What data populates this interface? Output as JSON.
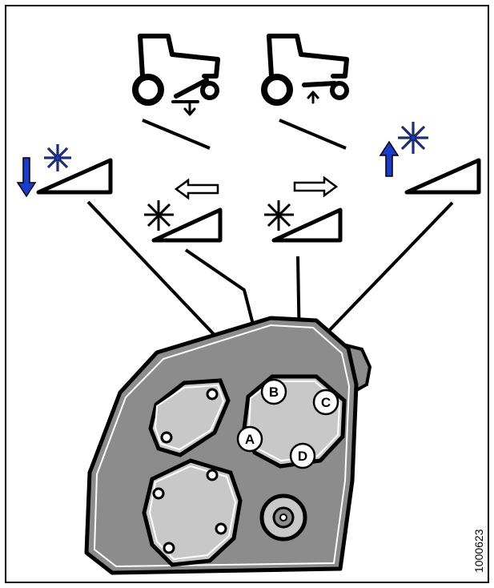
{
  "figure": {
    "id_number": "1000623",
    "colors": {
      "outline": "#000000",
      "body_fill": "#8c8c8c",
      "plate_fill": "#c8c8c8",
      "arrow_blue": "#1a3cc8",
      "star_blue": "#1a3cc8",
      "background": "#ffffff"
    },
    "top_icons": [
      {
        "icon": "tractor-lower-header-icon",
        "arrow_direction": "down"
      },
      {
        "icon": "tractor-raise-header-icon",
        "arrow_direction": "up"
      }
    ],
    "function_icons": [
      {
        "icon": "reel-down-icon",
        "arrow_direction": "down"
      },
      {
        "icon": "reel-aft-icon",
        "arrow_direction": "left"
      },
      {
        "icon": "reel-fore-icon",
        "arrow_direction": "right"
      },
      {
        "icon": "reel-up-icon",
        "arrow_direction": "up"
      }
    ],
    "callouts": [
      {
        "label": "A"
      },
      {
        "label": "B"
      },
      {
        "label": "C"
      },
      {
        "label": "D"
      }
    ]
  }
}
